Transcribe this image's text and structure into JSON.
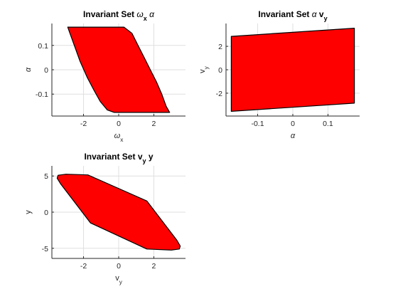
{
  "chart_data": [
    {
      "type": "area",
      "title": "Invariant Set ωₓ α",
      "title_main": "Invariant Set ",
      "title_var1": "ω",
      "title_var1_sub": "x",
      "title_var2": "α",
      "xlabel": "ω",
      "xlabel_sub": "x",
      "ylabel": "α",
      "xlim": [
        -3.8,
        3.8
      ],
      "ylim": [
        -0.19,
        0.19
      ],
      "xticks": [
        -2,
        0,
        2
      ],
      "yticks": [
        0.1,
        0,
        -0.1
      ],
      "xtick_labels": [
        "-2",
        "0",
        "2"
      ],
      "ytick_labels": [
        "0.1",
        "0",
        "-0.1"
      ],
      "grid": true,
      "fill_color": "#ff0000",
      "polygon": [
        [
          -2.9,
          0.175
        ],
        [
          0.3,
          0.175
        ],
        [
          0.75,
          0.15
        ],
        [
          1.1,
          0.1
        ],
        [
          1.45,
          0.05
        ],
        [
          1.8,
          0.0
        ],
        [
          2.15,
          -0.05
        ],
        [
          2.45,
          -0.1
        ],
        [
          2.7,
          -0.15
        ],
        [
          2.9,
          -0.175
        ],
        [
          -0.25,
          -0.175
        ],
        [
          -0.65,
          -0.165
        ],
        [
          -1.05,
          -0.13
        ],
        [
          -1.4,
          -0.085
        ],
        [
          -1.8,
          -0.03
        ],
        [
          -2.2,
          0.035
        ],
        [
          -2.5,
          0.095
        ],
        [
          -2.75,
          0.145
        ],
        [
          -2.9,
          0.175
        ]
      ]
    },
    {
      "type": "area",
      "title": "Invariant Set α vᵧ",
      "title_main": "Invariant Set ",
      "title_var1": "α",
      "title_var1_sub": "",
      "title_var2": "v",
      "title_var2_sub": "y",
      "xlabel": "α",
      "xlabel_sub": "",
      "ylabel": "v",
      "ylabel_sub": "y",
      "xlim": [
        -0.19,
        0.19
      ],
      "ylim": [
        -3.95,
        3.95
      ],
      "xticks": [
        -0.1,
        0,
        0.1
      ],
      "yticks": [
        2,
        0,
        -2
      ],
      "xtick_labels": [
        "-0.1",
        "0",
        "0.1"
      ],
      "ytick_labels": [
        "2",
        "0",
        "-2"
      ],
      "grid": true,
      "fill_color": "#ff0000",
      "polygon": [
        [
          -0.175,
          2.85
        ],
        [
          0.175,
          3.55
        ],
        [
          0.175,
          -2.85
        ],
        [
          -0.175,
          -3.55
        ]
      ]
    },
    {
      "type": "area",
      "title": "Invariant Set vᵧ y",
      "title_main": "Invariant Set ",
      "title_var1": "v",
      "title_var1_sub": "y",
      "title_var2": "y",
      "xlabel": "v",
      "xlabel_sub": "y",
      "ylabel": "y",
      "xlim": [
        -3.8,
        3.8
      ],
      "ylim": [
        -6.4,
        6.4
      ],
      "xticks": [
        -2,
        0,
        2
      ],
      "yticks": [
        5,
        0,
        -5
      ],
      "xtick_labels": [
        "-2",
        "0",
        "2"
      ],
      "ytick_labels": [
        "5",
        "0",
        "-5"
      ],
      "grid": true,
      "fill_color": "#ff0000",
      "polygon": [
        [
          -3.5,
          4.7
        ],
        [
          -3.45,
          5.1
        ],
        [
          -3.0,
          5.25
        ],
        [
          -1.75,
          5.15
        ],
        [
          1.6,
          1.55
        ],
        [
          3.3,
          -3.85
        ],
        [
          3.5,
          -4.7
        ],
        [
          3.45,
          -5.1
        ],
        [
          3.0,
          -5.25
        ],
        [
          1.6,
          -5.1
        ],
        [
          -1.6,
          -1.5
        ],
        [
          -3.3,
          3.9
        ],
        [
          -3.5,
          4.7
        ]
      ]
    }
  ]
}
